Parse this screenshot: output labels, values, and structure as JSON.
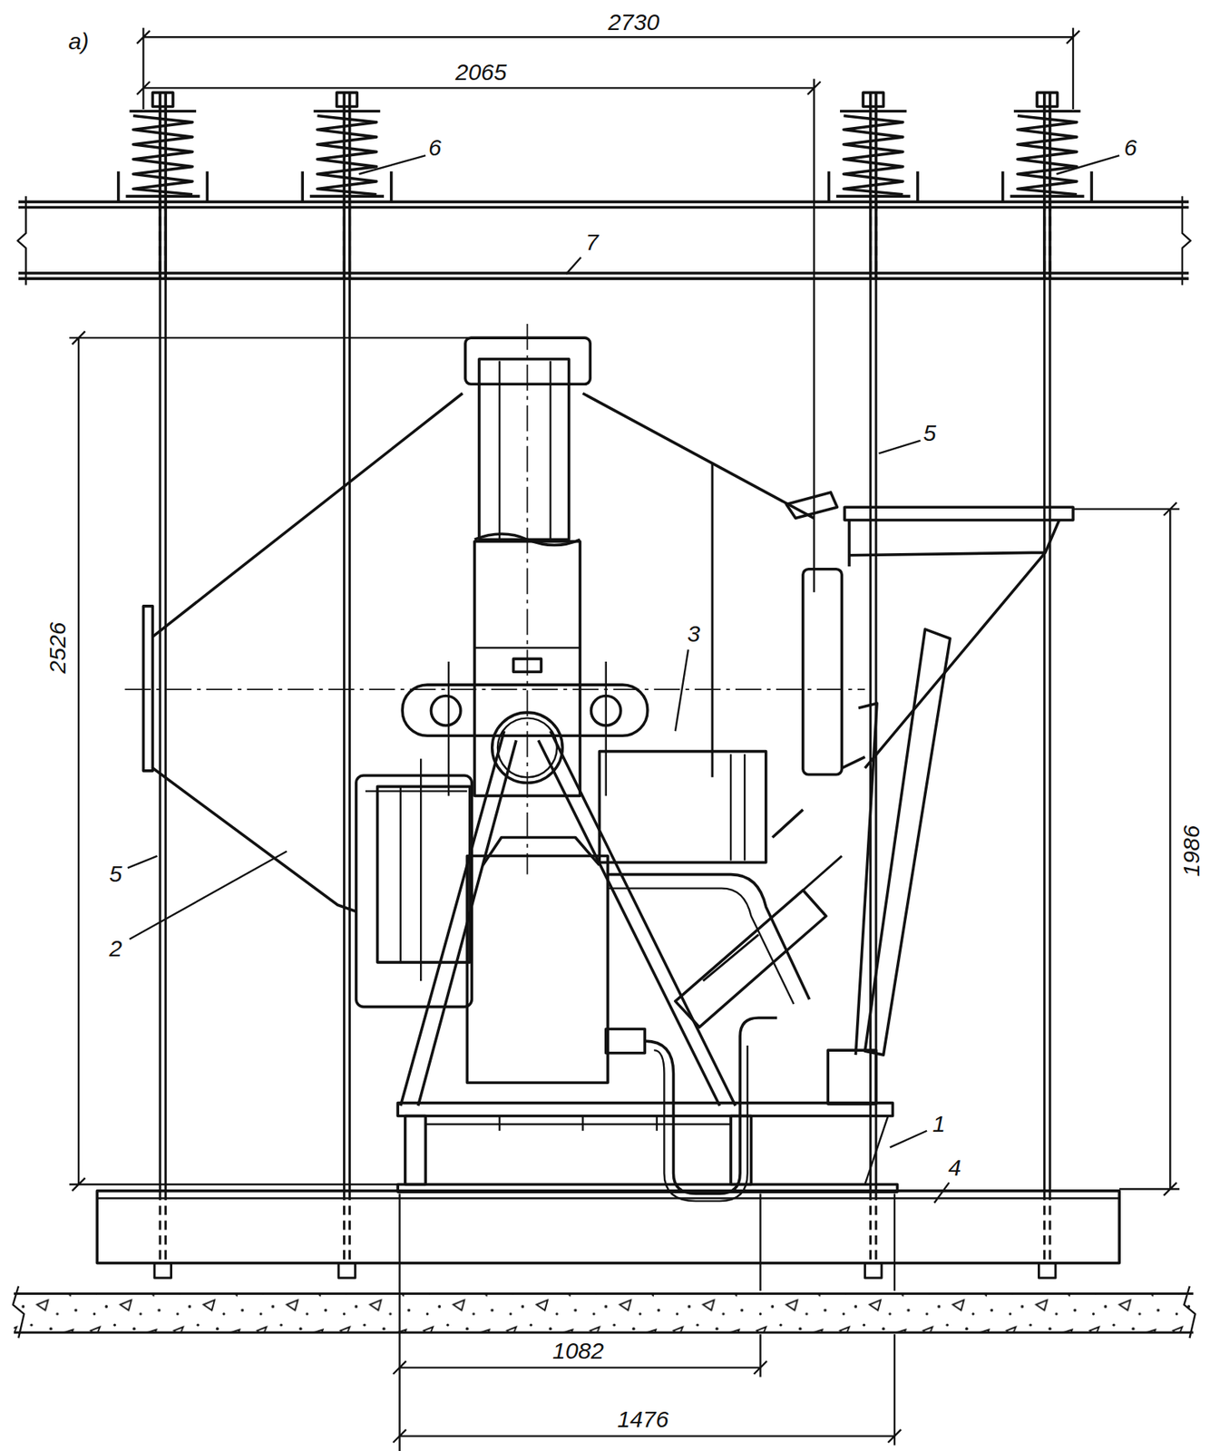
{
  "diagram": {
    "labels": [
      "а)",
      "2730",
      "2065",
      "6",
      "7",
      "6",
      "5",
      "3",
      "2526",
      "1986",
      "5",
      "2",
      "1",
      "4",
      "1082",
      "1476"
    ]
  }
}
